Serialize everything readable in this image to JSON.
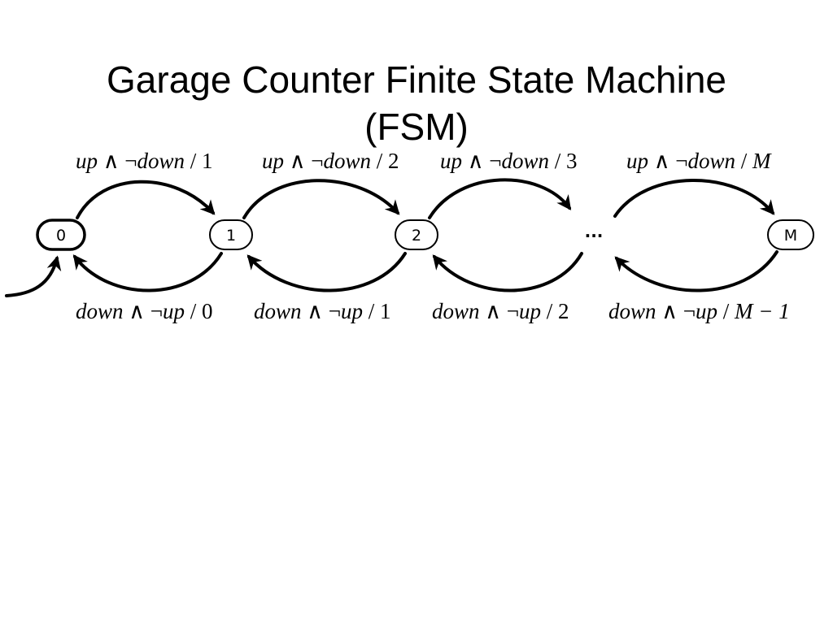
{
  "title": {
    "line1": "Garage Counter Finite State Machine",
    "line2": "(FSM)"
  },
  "states": [
    "0",
    "1",
    "2",
    "M"
  ],
  "ellipsis": "...",
  "transitions_up": [
    {
      "var": "up",
      "neg": "down",
      "out": "1"
    },
    {
      "var": "up",
      "neg": "down",
      "out": "2"
    },
    {
      "var": "up",
      "neg": "down",
      "out": "3"
    },
    {
      "var": "up",
      "neg": "down",
      "out": "M"
    }
  ],
  "transitions_down": [
    {
      "var": "down",
      "neg": "up",
      "out": "0"
    },
    {
      "var": "down",
      "neg": "up",
      "out": "1"
    },
    {
      "var": "down",
      "neg": "up",
      "out": "2"
    },
    {
      "var": "down",
      "neg": "up",
      "out": "M − 1"
    }
  ],
  "symbols": {
    "and": "∧",
    "not": "¬",
    "slash": "/"
  },
  "colors": {
    "stroke": "#000000",
    "background": "#ffffff"
  }
}
